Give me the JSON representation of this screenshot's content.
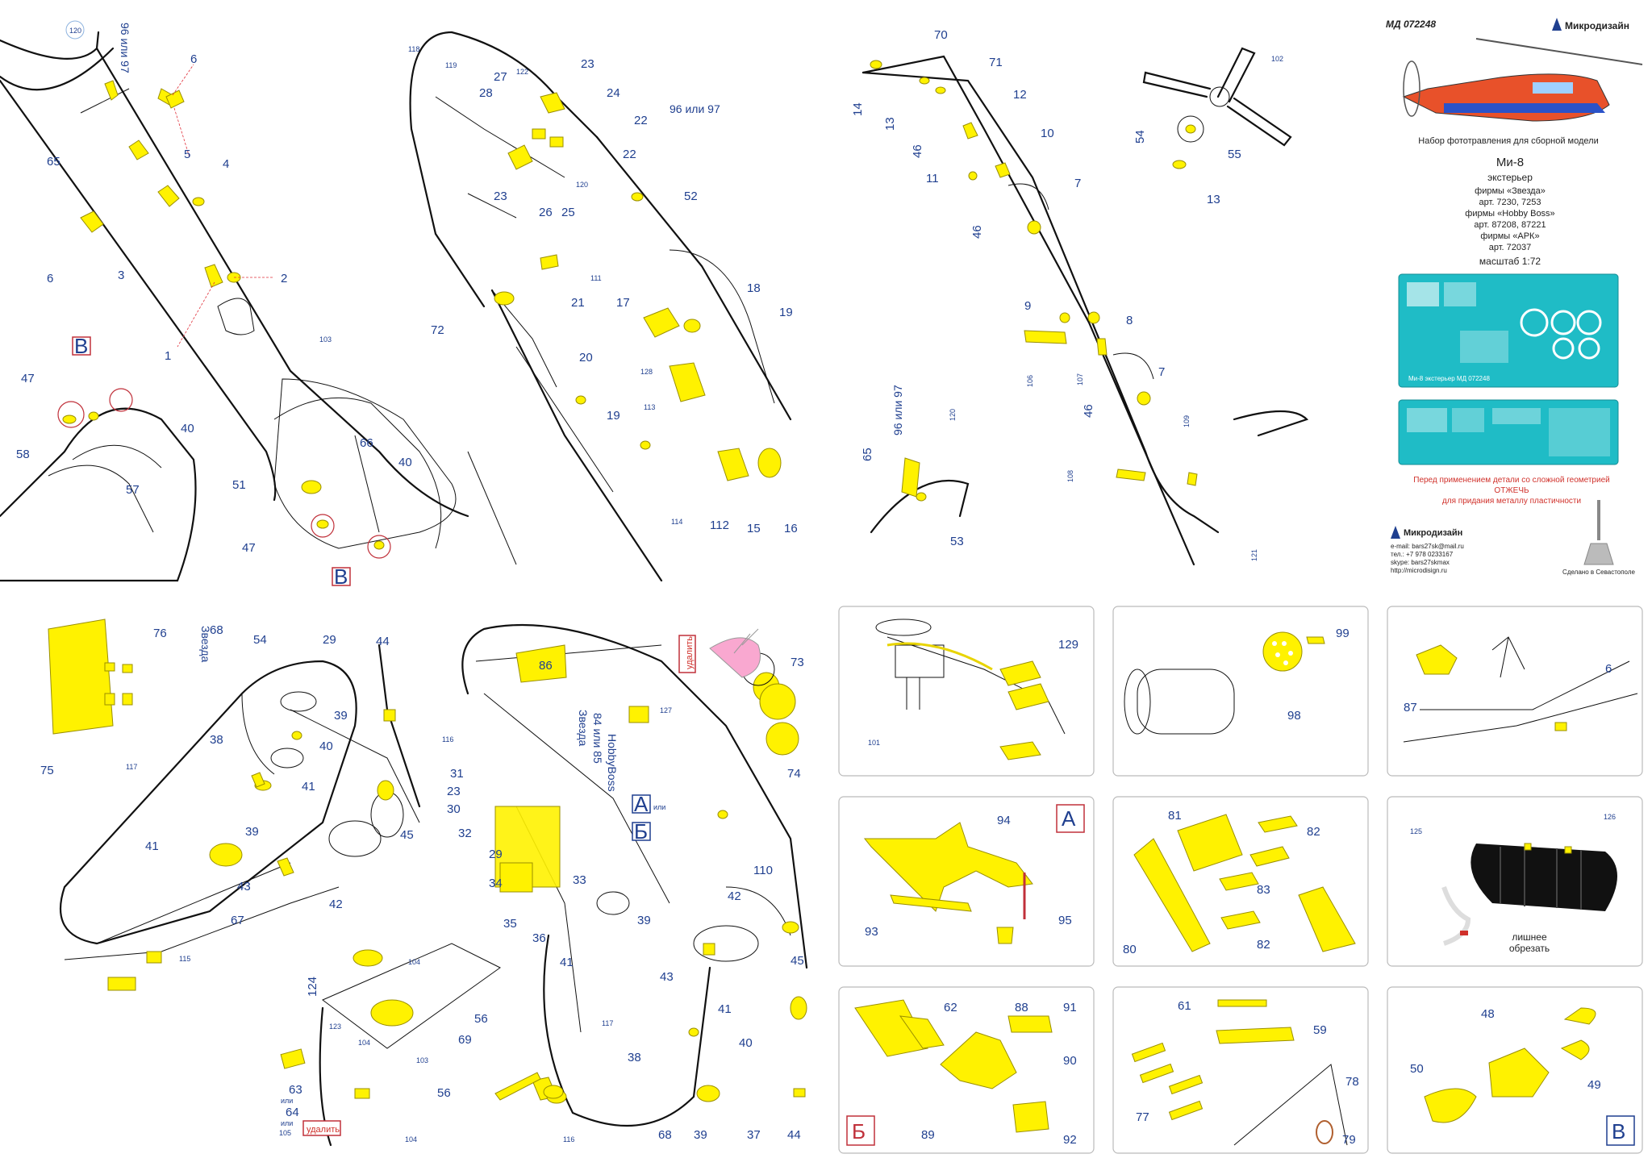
{
  "header": {
    "code": "МД 072248",
    "brand": "Микродизайн",
    "kit_desc": "Набор фототравления для сборной модели",
    "model": "Ми-8",
    "subtitle": "экстерьер",
    "firm1": "фирмы «Звезда»",
    "art1": "арт. 7230, 7253",
    "firm2": "фирмы «Hobby Boss»",
    "art2": "арт. 87208, 87221",
    "firm3": "фирмы «АРК»",
    "art3": "арт. 72037",
    "scale": "масштаб 1:72",
    "warn1": "Перед применением детали со сложной геометрией",
    "warn2": "ОТЖЕЧЬ",
    "warn3": "для придания металлу пластичности",
    "sheet1_caption": "Ми-8 экстерьер   МД 072248",
    "contact_brand": "Микродизайн",
    "email": "e-mail: bars27sk@mail.ru",
    "phone": "тел.: +7 978 0233167",
    "skype": "skype: bars27skmax",
    "web": "http://microdisign.ru",
    "made_in": "Сделано в Севастополе"
  },
  "callouts": {
    "c120a": "120",
    "c96a": "96 или 97",
    "c6a": "6",
    "c65a": "65",
    "c5": "5",
    "c4": "4",
    "c3": "3",
    "c6b": "6",
    "c2": "2",
    "c1": "1",
    "c118": "118",
    "c119": "119",
    "c122": "122",
    "c27": "27",
    "c28": "28",
    "c23a": "23",
    "c24": "24",
    "c22a": "22",
    "c96b": "96 или 97",
    "c22b": "22",
    "c120b": "120",
    "c23b": "23",
    "c26": "26",
    "c25": "25",
    "c52": "52",
    "c72": "72",
    "c21": "21",
    "c111": "111",
    "c18": "18",
    "c19a": "19",
    "c17": "17",
    "c20": "20",
    "c128": "128",
    "c19b": "19",
    "c113": "113",
    "c114": "114",
    "c112": "112",
    "c15": "15",
    "c16": "16",
    "c70": "70",
    "c71": "71",
    "c14": "14",
    "c13a": "13",
    "c12": "12",
    "c46a": "46",
    "c10": "10",
    "c11": "11",
    "c7a": "7",
    "c46b": "46",
    "c9": "9",
    "c8": "8",
    "c106": "106",
    "c107": "107",
    "c7b": "7",
    "c46c": "46",
    "c65b": "65",
    "c96c": "96 или 97",
    "c120c": "120",
    "c109": "109",
    "c108": "108",
    "c53": "53",
    "c121": "121",
    "c102": "102",
    "c54a": "54",
    "c55": "55",
    "c13b": "13",
    "c47a": "47",
    "c58": "58",
    "c57": "57",
    "c40a": "40",
    "c103a": "103",
    "c66": "66",
    "c40b": "40",
    "c51": "51",
    "c47b": "47",
    "c76": "76",
    "c75": "75",
    "c68a": "68",
    "c54b": "54",
    "c29a": "29",
    "c44a": "44",
    "c39a": "39",
    "c40c": "40",
    "c117a": "117",
    "c38a": "38",
    "c41a": "41",
    "c45a": "45",
    "c41b": "41",
    "c39b": "39",
    "c43a": "43",
    "c42a": "42",
    "c67": "67",
    "c115": "115",
    "c124": "124",
    "c104a": "104",
    "c123": "123",
    "c56a": "56",
    "c69": "69",
    "c63": "63",
    "c64": "64",
    "c105": "105",
    "c104b": "104",
    "c103b": "103",
    "c56b": "56",
    "c104c": "104",
    "c86": "86",
    "c116a": "116",
    "c127": "127",
    "c73": "73",
    "c74": "74",
    "c84": "84 или 85",
    "c31": "31",
    "c23c": "23",
    "c30": "30",
    "c32": "32",
    "c29b": "29",
    "c34": "34",
    "c33": "33",
    "c35": "35",
    "c36": "36",
    "c110": "110",
    "c39c": "39",
    "c42b": "42",
    "c41c": "41",
    "c43b": "43",
    "c117b": "117",
    "c45b": "45",
    "c40d": "40",
    "c38b": "38",
    "c116b": "116",
    "c68b": "68",
    "c39d": "39",
    "c37": "37",
    "c44b": "44",
    "c129": "129",
    "c101": "101",
    "c99": "99",
    "c98": "98",
    "c87": "87",
    "c6c": "6",
    "c94": "94",
    "c93": "93",
    "c95": "95",
    "c81": "81",
    "c82a": "82",
    "c83": "83",
    "c80": "80",
    "c82b": "82",
    "c125": "125",
    "c126": "126",
    "c62": "62",
    "c88": "88",
    "c91": "91",
    "c90": "90",
    "c89": "89",
    "c92": "92",
    "c61": "61",
    "c59": "59",
    "c77": "77",
    "c78": "78",
    "c79": "79",
    "c48": "48",
    "c49": "49",
    "c50": "50"
  },
  "labels": {
    "ili": "или",
    "zvezda": "Звезда",
    "hobbyboss": "HobbyBoss",
    "udalit": "удалить",
    "letter_v": "В",
    "letter_b": "Б",
    "letter_a": "А",
    "cut": "лишнее",
    "cut2": "обрезать"
  },
  "colors": {
    "part": "#fff200",
    "callout": "#1f3f8f",
    "leader": "#e0303a",
    "panel_letter": "#c0303a"
  }
}
